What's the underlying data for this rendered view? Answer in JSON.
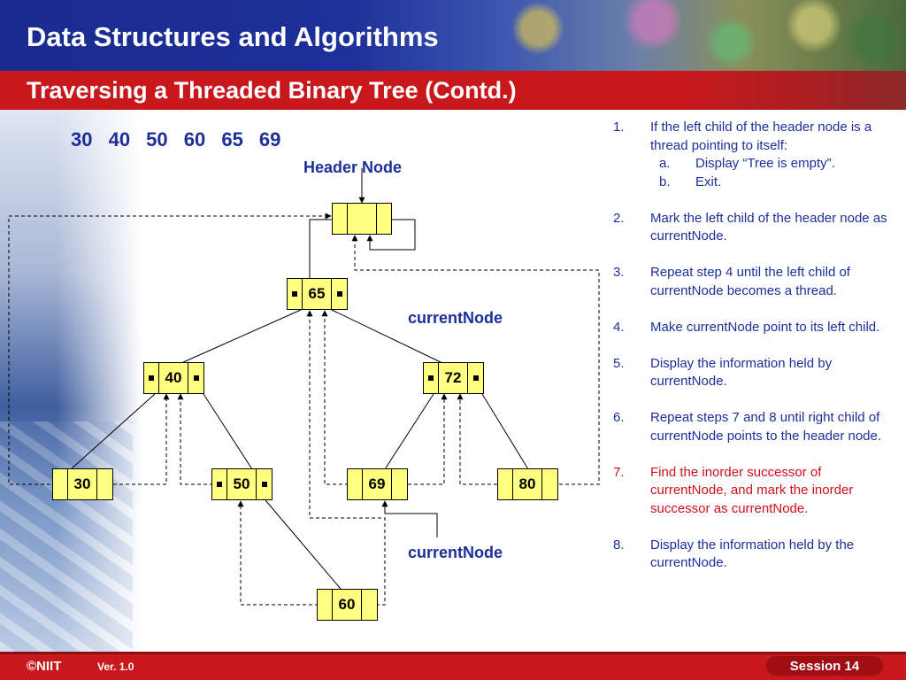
{
  "header": {
    "title": "Data Structures and Algorithms",
    "subtitle": "Traversing a Threaded Binary Tree (Contd.)"
  },
  "sequence": "30 40 50 60 65 69",
  "diagram": {
    "header_node_label": "Header Node",
    "current_node_label_top": "currentNode",
    "current_node_label_bottom": "currentNode",
    "nodes": {
      "n65": "65",
      "n40": "40",
      "n72": "72",
      "n30": "30",
      "n50": "50",
      "n69": "69",
      "n80": "80",
      "n60": "60"
    }
  },
  "steps": [
    {
      "num": "1.",
      "text": "If the left child of the header node is a thread pointing to itself:"
    },
    {
      "num": "a.",
      "text": "Display “Tree is empty”."
    },
    {
      "num": "b.",
      "text": "Exit."
    },
    {
      "num": "2.",
      "text": "Mark the left child of the header node as currentNode."
    },
    {
      "num": "3.",
      "text": "Repeat step 4 until the left child of currentNode becomes a thread."
    },
    {
      "num": "4.",
      "text": "Make currentNode point to its left child."
    },
    {
      "num": "5.",
      "text": "Display the information held by currentNode."
    },
    {
      "num": "6.",
      "text": "Repeat steps 7 and 8 until right child of currentNode points to the header node."
    },
    {
      "num": "7.",
      "text": "Find the inorder successor of currentNode, and mark the inorder successor as currentNode."
    },
    {
      "num": "8.",
      "text": "Display the information held by the currentNode."
    }
  ],
  "footer": {
    "logo": "©NIIT",
    "version": "Ver. 1.0",
    "session": "Session 14"
  },
  "colors": {
    "title_blue": "#1d2f9a",
    "accent_red": "#c8181d",
    "highlight_step_red": "#d0101a",
    "node_fill": "#ffff80"
  }
}
